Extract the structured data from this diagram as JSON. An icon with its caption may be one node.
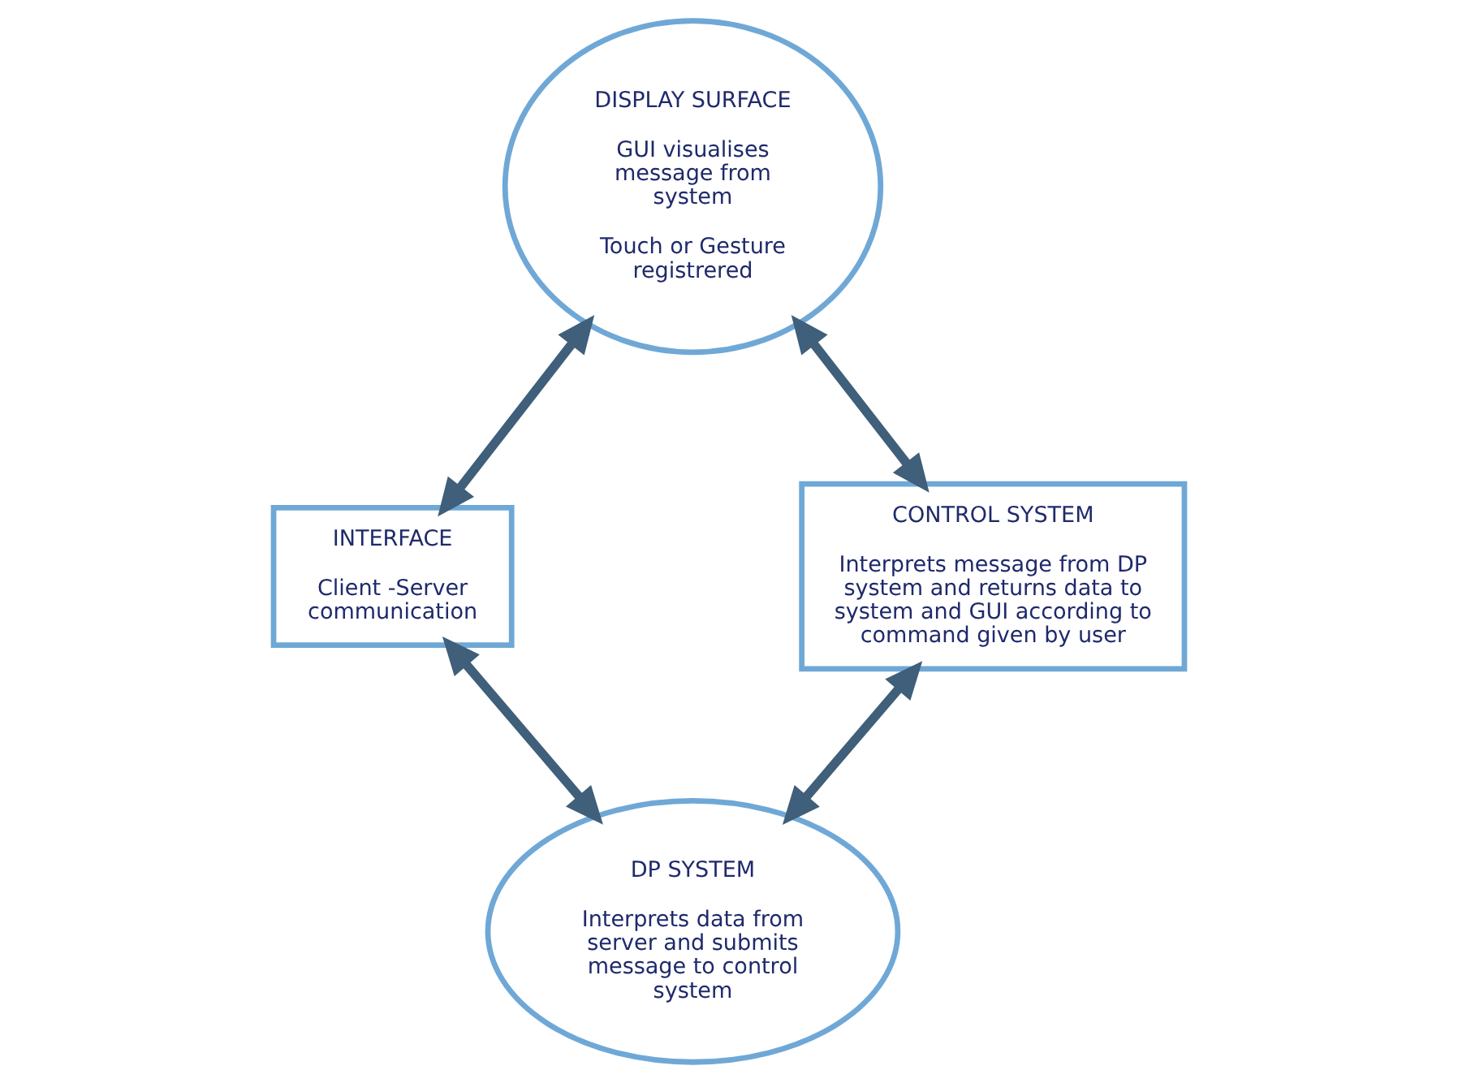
{
  "diagram": {
    "nodes": [
      {
        "text": [
          "DISPLAY SURFACE",
          "GUI visualises message from system",
          "Touch or Gesture registrered"
        ]
      },
      {
        "text": [
          "INTERFACE",
          "Client -Server communication"
        ]
      },
      {
        "text": [
          "DP SYSTEM",
          "Interprets data from server and submits message to control system"
        ]
      },
      {
        "text": [
          "CONTROL SYSTEM",
          "Interprets message from DP system and returns data to system and GUI according to command given by user"
        ]
      }
    ],
    "edges": [
      {
        "from": 0,
        "to": 1,
        "arrow": "both"
      },
      {
        "from": 1,
        "to": 2,
        "arrow": "both"
      },
      {
        "from": 0,
        "to": 3,
        "arrow": "both"
      },
      {
        "from": 3,
        "to": 2,
        "arrow": "both"
      }
    ]
  }
}
